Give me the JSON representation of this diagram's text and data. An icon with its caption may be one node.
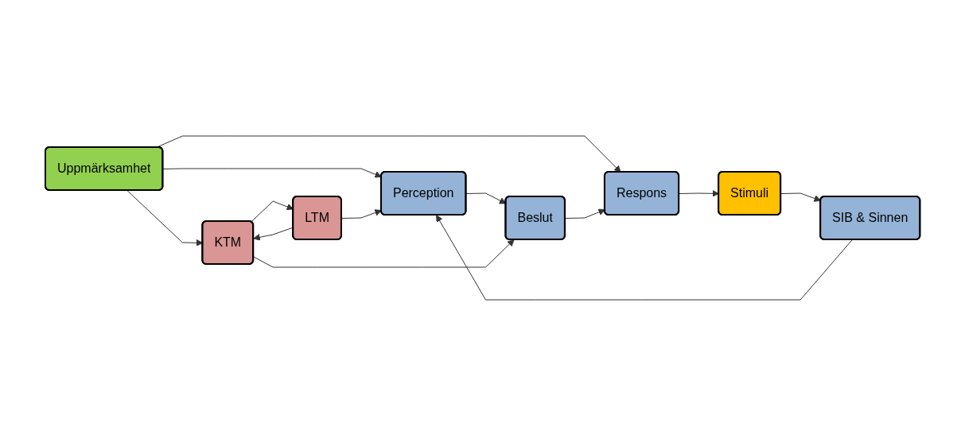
{
  "diagram": {
    "nodes": [
      {
        "text": [
          "Uppmärksamhet"
        ]
      },
      {
        "text": [
          "Stimuli"
        ]
      },
      {
        "text": [
          "SIB & Sinnen"
        ]
      },
      {
        "text": [
          "Perception"
        ]
      },
      {
        "text": [
          "Beslut"
        ]
      },
      {
        "text": [
          "Respons"
        ]
      },
      {
        "text": [
          "LTM"
        ]
      },
      {
        "text": [
          "KTM"
        ]
      }
    ],
    "edges": [
      {
        "from": 0,
        "to": 3,
        "arrow": "to"
      },
      {
        "from": 0,
        "to": 5,
        "arrow": "to"
      },
      {
        "from": 0,
        "to": 7,
        "arrow": "to"
      },
      {
        "from": 1,
        "to": 2,
        "arrow": "to"
      },
      {
        "from": 2,
        "to": 3,
        "arrow": "to"
      },
      {
        "from": 3,
        "to": 4,
        "arrow": "to"
      },
      {
        "from": 4,
        "to": 5,
        "arrow": "to"
      },
      {
        "from": 5,
        "to": 1,
        "arrow": "to"
      },
      {
        "from": 6,
        "to": 3,
        "arrow": "to"
      },
      {
        "from": 7,
        "to": 4,
        "arrow": "to"
      },
      {
        "from": 7,
        "to": 6,
        "arrow": "to"
      },
      {
        "from": 6,
        "to": 7,
        "arrow": "to"
      }
    ]
  }
}
